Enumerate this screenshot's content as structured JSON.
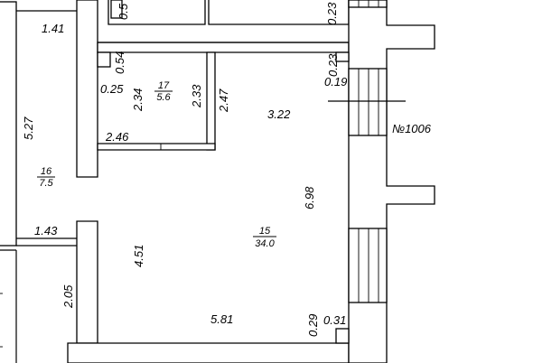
{
  "plan": {
    "apartment_number": "№1006",
    "dimensions": {
      "d_1_41": "1.41",
      "d_0_5": "0.5",
      "d_0_23_top": "0.23",
      "d_0_54": "0.54",
      "d_0_25": "0.25",
      "d_2_34": "2.34",
      "d_2_33": "2.33",
      "d_2_47": "2.47",
      "d_0_23_right": "0.23",
      "d_0_19": "0.19",
      "d_3_22": "3.22",
      "d_5_27": "5.27",
      "d_2_46": "2.46",
      "d_6_98": "6.98",
      "d_1_43": "1.43",
      "d_4_51": "4.51",
      "d_2_05": "2.05",
      "d_5_81": "5.81",
      "d_0_29": "0.29",
      "d_0_31": "0.31"
    },
    "rooms": [
      {
        "number": "17",
        "area": "5.6"
      },
      {
        "number": "16",
        "area": "7.5"
      },
      {
        "number": "15",
        "area": "34.0"
      }
    ]
  }
}
